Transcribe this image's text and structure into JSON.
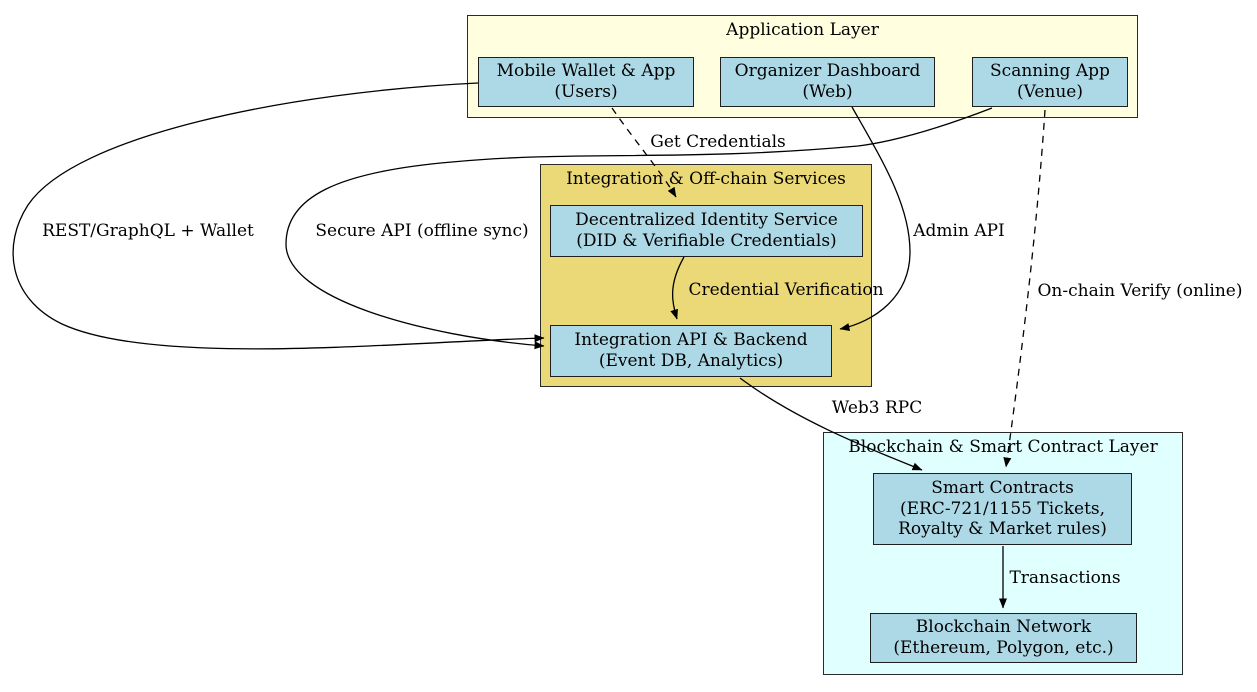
{
  "clusters": {
    "application": {
      "title": "Application Layer",
      "fill": "#FFFFE0"
    },
    "integration": {
      "title": "Integration & Off-chain Services",
      "fill": "#EBD978"
    },
    "blockchain": {
      "title": "Blockchain & Smart Contract Layer",
      "fill": "#E0FFFF"
    }
  },
  "nodes": {
    "mobile_wallet": {
      "label": "Mobile Wallet & App\n(Users)"
    },
    "organizer_dashboard": {
      "label": "Organizer Dashboard\n(Web)"
    },
    "scanning_app": {
      "label": "Scanning App\n(Venue)"
    },
    "did_service": {
      "label": "Decentralized Identity Service\n(DID & Verifiable Credentials)"
    },
    "integration_api": {
      "label": "Integration API & Backend\n(Event DB, Analytics)"
    },
    "smart_contracts": {
      "label": "Smart Contracts\n(ERC-721/1155 Tickets,\nRoyalty & Market rules)"
    },
    "blockchain_network": {
      "label": "Blockchain Network\n(Ethereum, Polygon, etc.)"
    }
  },
  "edges": {
    "get_credentials": {
      "label": "Get Credentials",
      "from": "Mobile Wallet & App",
      "to": "Decentralized Identity Service",
      "style": "dashed"
    },
    "rest_graphql_wallet": {
      "label": "REST/GraphQL + Wallet",
      "from": "Mobile Wallet & App",
      "to": "Integration API & Backend",
      "style": "solid"
    },
    "secure_api": {
      "label": "Secure API (offline sync)",
      "from": "Scanning App",
      "to": "Integration API & Backend",
      "style": "solid"
    },
    "admin_api": {
      "label": "Admin API",
      "from": "Organizer Dashboard",
      "to": "Integration API & Backend",
      "style": "solid"
    },
    "credential_verification": {
      "label": "Credential Verification",
      "from": "Decentralized Identity Service",
      "to": "Integration API & Backend",
      "style": "solid"
    },
    "on_chain_verify": {
      "label": "On-chain Verify (online)",
      "from": "Scanning App",
      "to": "Smart Contracts",
      "style": "dashed"
    },
    "web3_rpc": {
      "label": "Web3 RPC",
      "from": "Integration API & Backend",
      "to": "Smart Contracts",
      "style": "solid"
    },
    "transactions": {
      "label": "Transactions",
      "from": "Smart Contracts",
      "to": "Blockchain Network",
      "style": "solid"
    }
  },
  "colors": {
    "node_fill": "#ADD8E6",
    "application_fill": "#FFFFE0",
    "integration_fill": "#EBD978",
    "blockchain_fill": "#E0FFFF",
    "edge_stroke": "#000000",
    "border": "#222222",
    "background": "#FFFFFF"
  }
}
